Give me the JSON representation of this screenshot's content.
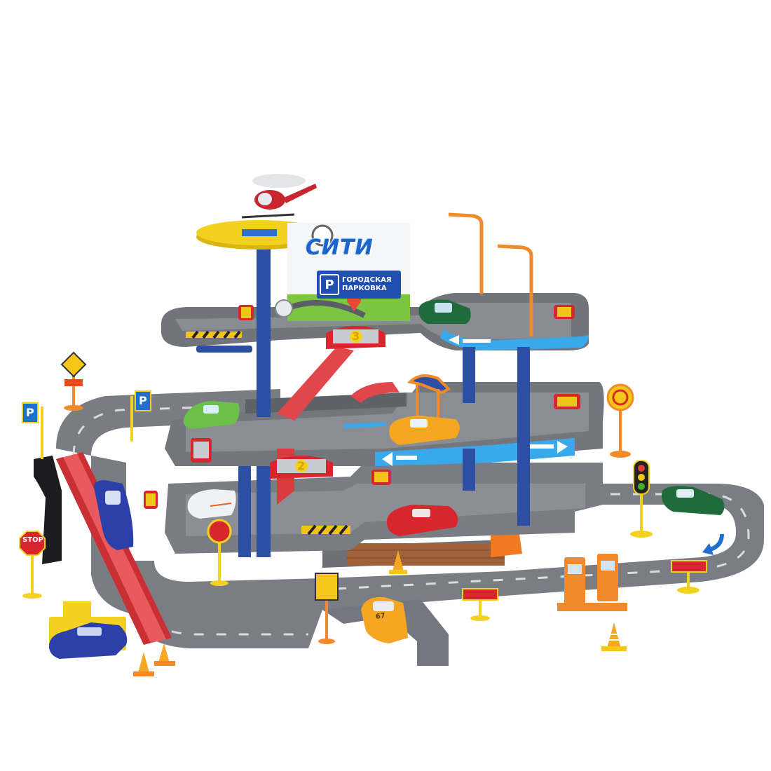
{
  "image": {
    "subject": "Toy multi-level city parking garage playset",
    "background_color": "#ffffff"
  },
  "billboard": {
    "title": "СИТИ",
    "parking_symbol": "P",
    "subtitle_line1": "ГОРОДСКАЯ",
    "subtitle_line2": "ПАРКОВКА"
  },
  "level_signs": {
    "level3": "3",
    "level2": "2"
  },
  "road_signs": {
    "stop": "STOP",
    "parking_left": "P",
    "parking_right": "P"
  },
  "cars": {
    "yellow_front_number": "67"
  },
  "colors": {
    "track_gray": "#76787f",
    "track_dark": "#5c5e66",
    "pillar_blue": "#2c4fa3",
    "ramp_red": "#e0464a",
    "helipad_yellow": "#f2d21f",
    "lamp_orange": "#f08a2b",
    "sign_blue": "#1f4fb0",
    "arrow_light_blue": "#3aa9ec"
  }
}
